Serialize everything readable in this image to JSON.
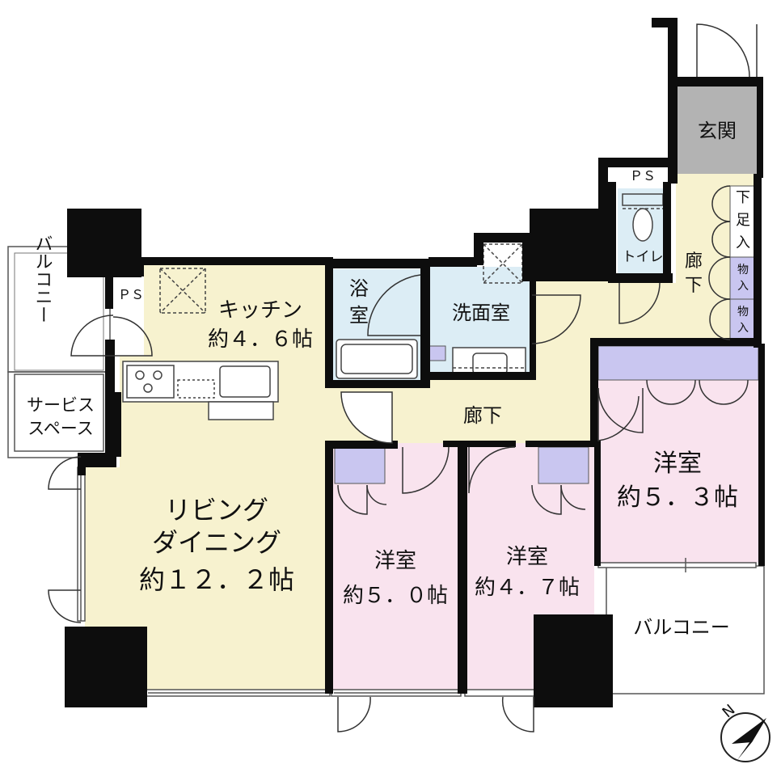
{
  "colors": {
    "wall": "#0d0d0d",
    "living_kitchen_hall": "#f7f2cf",
    "bedroom": "#f9e3ee",
    "wet_area": "#dcedf5",
    "entrance": "#b3b3b3",
    "closet": "#c9c6f0",
    "white": "#ffffff"
  },
  "rooms": {
    "balcony_left": "バルコニー",
    "service_space": [
      "サービス",
      "スペース"
    ],
    "ps_kitchen": "ＰＳ",
    "kitchen": [
      "キッチン",
      "約４．６帖"
    ],
    "living": [
      "リビング",
      "ダイニング",
      "約１２．２帖"
    ],
    "bath": [
      "浴",
      "室"
    ],
    "washroom": "洗面室",
    "ps_toilet": "ＰＳ",
    "toilet": "トイレ",
    "entrance": "玄関",
    "hall_upper": [
      "廊",
      "下"
    ],
    "shoe_closet": [
      "下",
      "足",
      "入"
    ],
    "storage_1": [
      "物",
      "入"
    ],
    "storage_2": [
      "物",
      "入"
    ],
    "hall_lower": "廊下",
    "bedroom_right": [
      "洋室",
      "約５．３帖"
    ],
    "bedroom_mid": [
      "洋室",
      "約５．０帖"
    ],
    "bedroom_left": [
      "洋室",
      "約４．７帖"
    ],
    "balcony_right": "バルコニー"
  },
  "compass": {
    "label": "N"
  }
}
